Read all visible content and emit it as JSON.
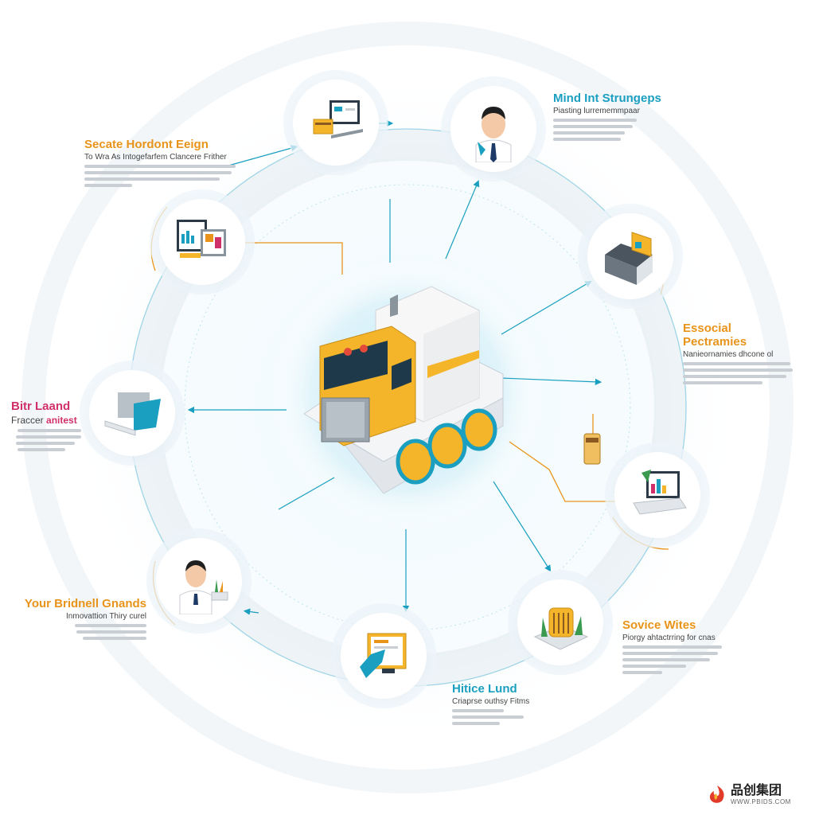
{
  "colors": {
    "orange": "#e8941a",
    "teal": "#1a9fc0",
    "magenta": "#d0306a",
    "yellow": "#f5b52a",
    "ring": "#9fd4e6",
    "glow": "#d8f0f8"
  },
  "nodes": [
    {
      "id": "top-left",
      "icon": "computer-monitor-icon",
      "title": "Secate Hordont Eeign",
      "subtitle": "To Wra As Intogefarfem Clancere Frither",
      "title_color": "#e8941a"
    },
    {
      "id": "top-right",
      "icon": "businessman-avatar-icon",
      "title": "Mind Int Strungeps",
      "subtitle": "Piasting lurrememmpaar",
      "title_color": "#1a9fc0"
    },
    {
      "id": "left-upper",
      "icon": "dashboard-charts-icon",
      "title": "",
      "subtitle": "",
      "title_color": "#e8941a"
    },
    {
      "id": "right-upper",
      "icon": "open-box-icon",
      "title": "Essocial Pectramies",
      "subtitle": "Nanieornamies dhcone ol",
      "title_color": "#e8941a"
    },
    {
      "id": "left-middle",
      "icon": "laptop-icon",
      "title": "Bitr Laand",
      "subtitle": "Fraccer",
      "subtitle_accent": "anitest",
      "title_color": "#d0306a"
    },
    {
      "id": "right-lower",
      "icon": "laptop-chart-icon",
      "title": "",
      "subtitle": "",
      "title_color": "#e8941a"
    },
    {
      "id": "left-lower",
      "icon": "scientist-avatar-icon",
      "title": "Your Bridnell Gnands",
      "subtitle": "Inmovattion Thiry curel",
      "title_color": "#e8941a"
    },
    {
      "id": "bottom-right",
      "icon": "server-plants-icon",
      "title": "Sovice Wites",
      "subtitle": "Piorgy ahtactrring for cnas",
      "title_color": "#e8941a"
    },
    {
      "id": "bottom",
      "icon": "tablet-hand-icon",
      "title": "Hitice Lund",
      "subtitle": "Criaprse outhsy Fitms",
      "title_color": "#1a9fc0"
    }
  ],
  "center": {
    "icon": "tracked-vehicle-icon"
  },
  "watermark": {
    "brand_text": "品创集团",
    "url": "WWW.PBIDS.COM",
    "icon": "brand-flame-icon"
  }
}
